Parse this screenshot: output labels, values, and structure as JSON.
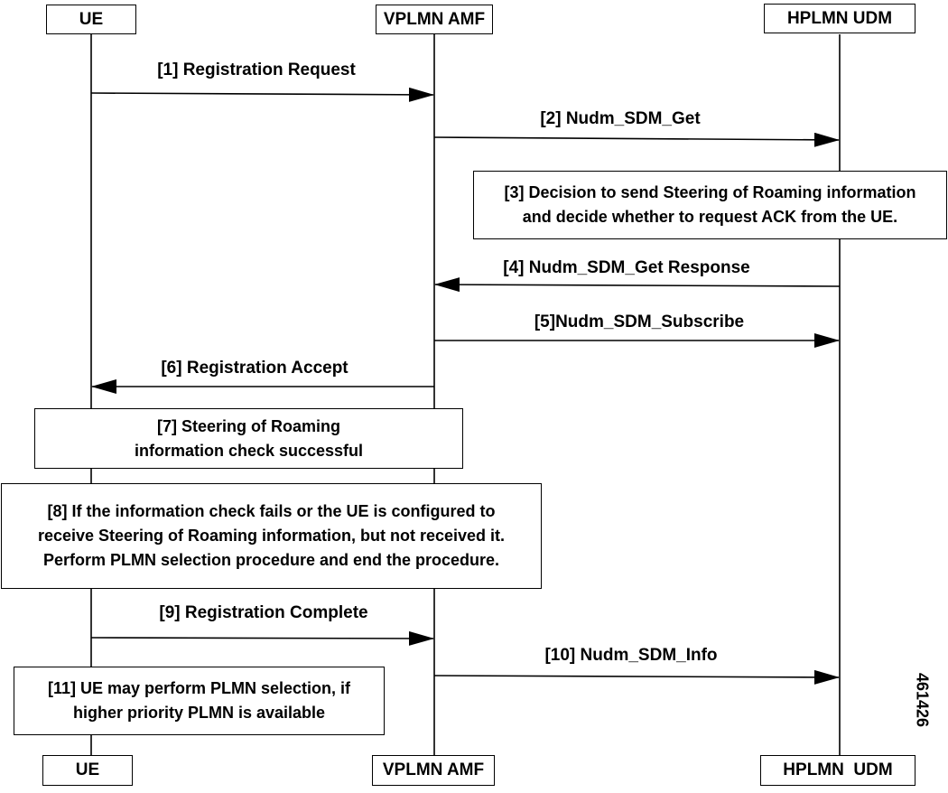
{
  "actors": {
    "ue": "UE",
    "vplmn_amf": "VPLMN AMF",
    "hplmn_udm": "HPLMN UDM",
    "hplmn_udm_bottom": "HPLMN  UDM"
  },
  "messages": [
    "[1] Registration Request",
    "[2] Nudm_SDM_Get",
    "[4] Nudm_SDM_Get Response",
    "[5]Nudm_SDM_Subscribe",
    "[6] Registration Accept",
    "[9] Registration Complete",
    "[10] Nudm_SDM_Info"
  ],
  "notes": {
    "step3": "[3] Decision to send Steering of Roaming information\nand decide whether to request ACK from the UE.",
    "step7": "[7] Steering of Roaming\ninformation check successful",
    "step8": "[8] If the information check fails or the UE is configured to\nreceive Steering of Roaming information, but not received it.\nPerform PLMN selection procedure and end the procedure.",
    "step11": "[11] UE may perform PLMN selection, if\nhigher priority PLMN is available"
  },
  "figure_id": "461426"
}
